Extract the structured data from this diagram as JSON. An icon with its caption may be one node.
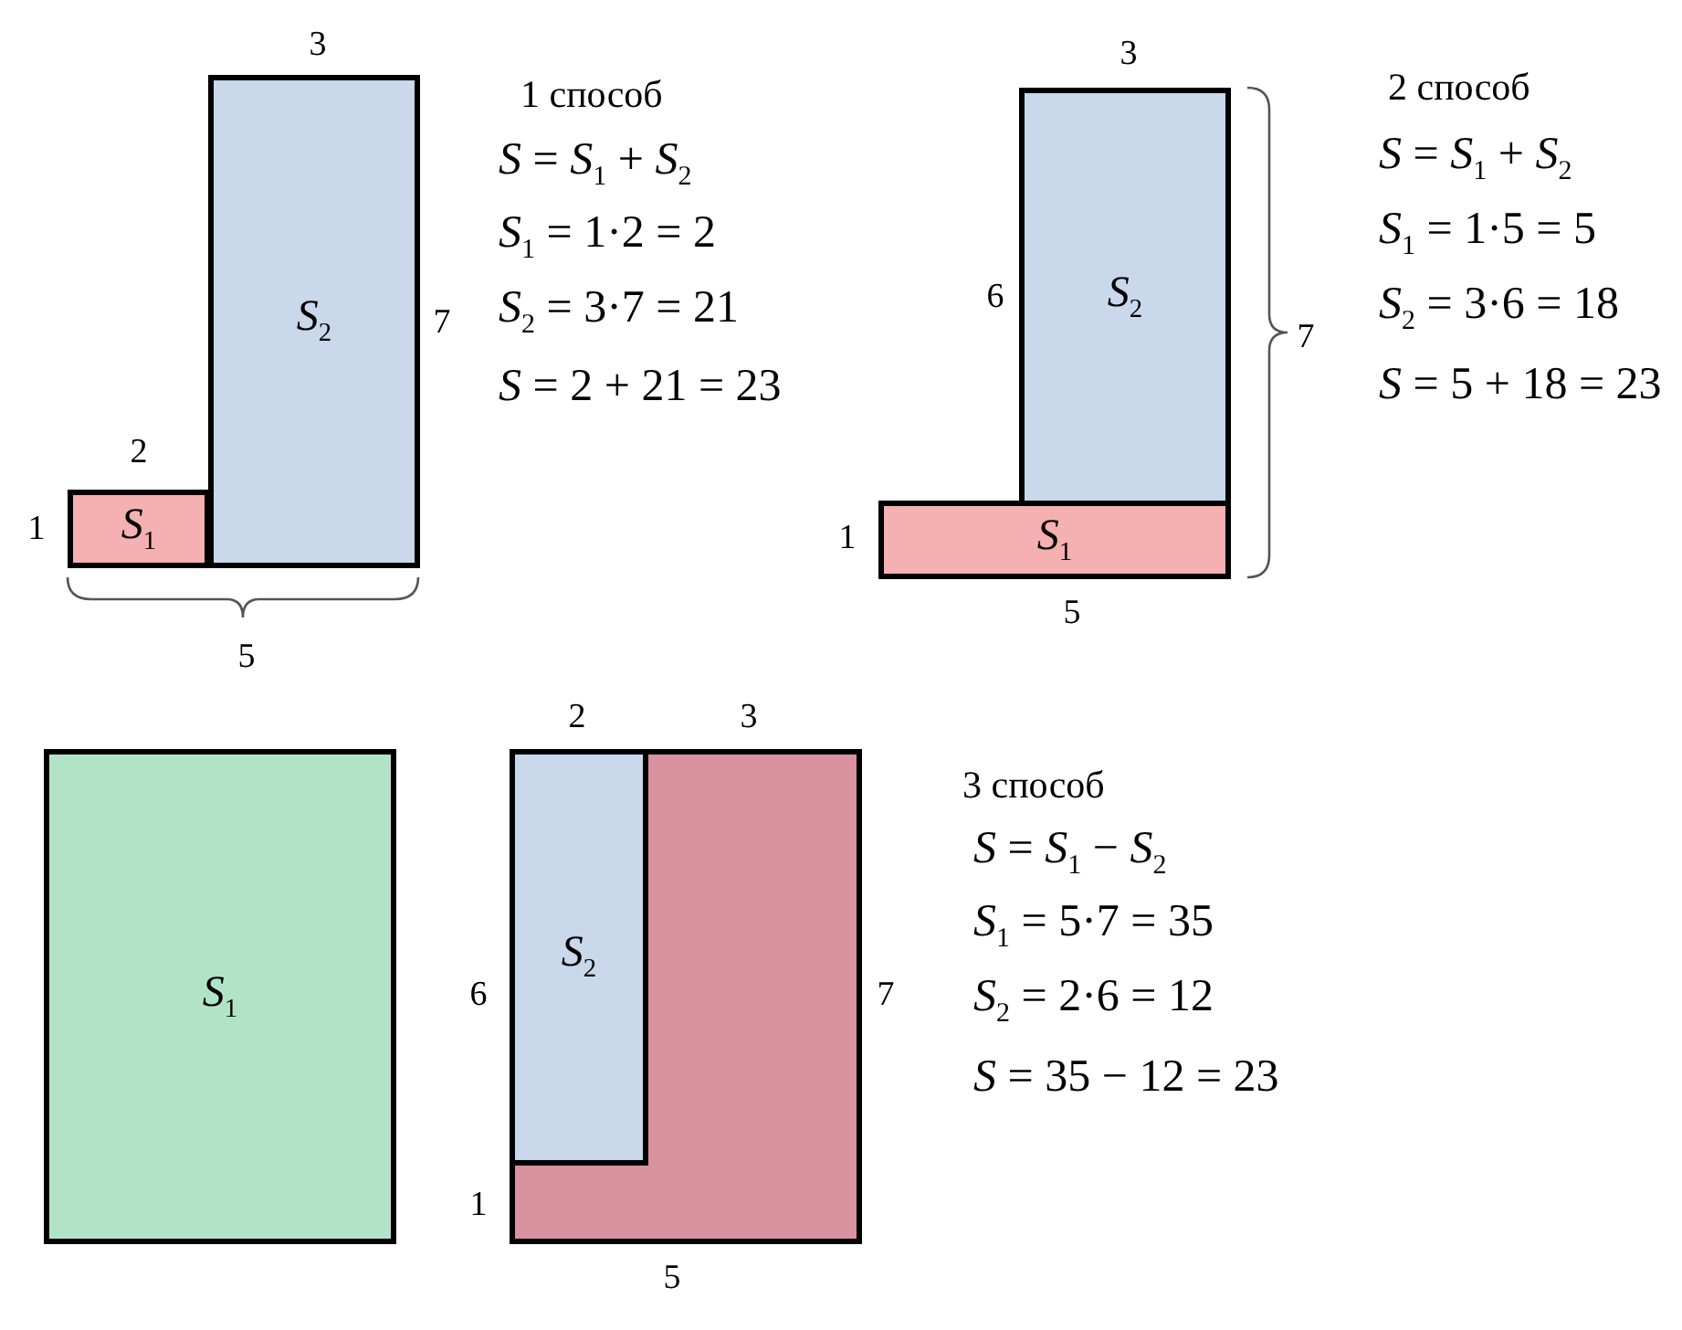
{
  "diagram": {
    "nodes": [
      {
        "text": [
          "*S*$_{1}$"
        ]
      },
      {
        "text": [
          "*S*$_{2}$"
        ]
      },
      {
        "text": [
          "*S*$_{2}$"
        ]
      },
      {
        "text": [
          "*S*$_{1}$"
        ]
      },
      {
        "text": [
          "*S*$_{1}$"
        ]
      },
      {
        "text": [],
        "shape": "box"
      },
      {
        "text": [
          "*S*$_{2}$"
        ],
        "in": 5
      }
    ],
    "labels": [
      "3",
      "1 способ",
      "*S* = *S*$_{1}$ + *S*$_{2}$",
      "*S*$_{1}$ = 1·2 = 2",
      "*S*$_{2}$ = 3·7 = 21",
      "*S* = 2 + 21 = 23",
      "7",
      "2",
      "1",
      "5",
      "3",
      "2 способ",
      "*S* = *S*$_{1}$ + *S*$_{2}$",
      "*S*$_{1}$ = 1·5 = 5",
      "*S*$_{2}$ = 3·6 = 18",
      "*S* = 5 + 18 = 23",
      "6",
      "7",
      "1",
      "5",
      "2",
      "3",
      "3 способ",
      "*S* = *S*$_{1}$ − *S*$_{2}$",
      "*S*$_{1}$ = 5·7 = 35",
      "*S*$_{2}$ = 2·6 = 12",
      "*S* = 35 − 12 = 23",
      "6",
      "7",
      "1",
      "5"
    ]
  }
}
